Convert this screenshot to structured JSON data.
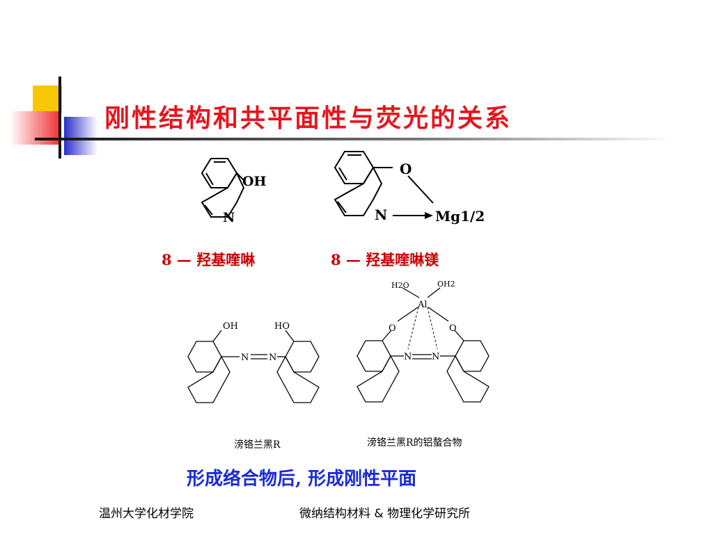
{
  "title": "刚性结构和共平面性与荧光的关系",
  "structures": {
    "hq": {
      "oh": "OH",
      "n": "N"
    },
    "hq_mg": {
      "o": "O",
      "n": "N",
      "metal": "Mg1/2"
    },
    "eriochrome": {
      "oh": "OH",
      "ho": "HO",
      "n1": "N",
      "n2": "N"
    },
    "al_complex": {
      "h2o": "H2O",
      "oh2": "OH2",
      "al": "Al",
      "o1": "O",
      "o2": "O",
      "n1": "N",
      "n2": "N"
    }
  },
  "labels": {
    "hq": "8 — 羟基喹啉",
    "hq_mg": "8 — 羟基喹啉镁",
    "eriochrome": "滂铬兰黑R",
    "al_complex": "滂铬兰黑R的铝螯合物"
  },
  "conclusion": "形成络合物后, 形成刚性平面",
  "footer": {
    "left": "温州大学化材学院",
    "right": "微纳结构材料 & 物理化学研究所"
  },
  "colors": {
    "title": "#e8141c",
    "label_red": "#cc0000",
    "conclusion": "#1a2bd6",
    "square_yellow": "#f7c800",
    "square_blue": "#2a2ec8",
    "square_red": "#f04040"
  }
}
